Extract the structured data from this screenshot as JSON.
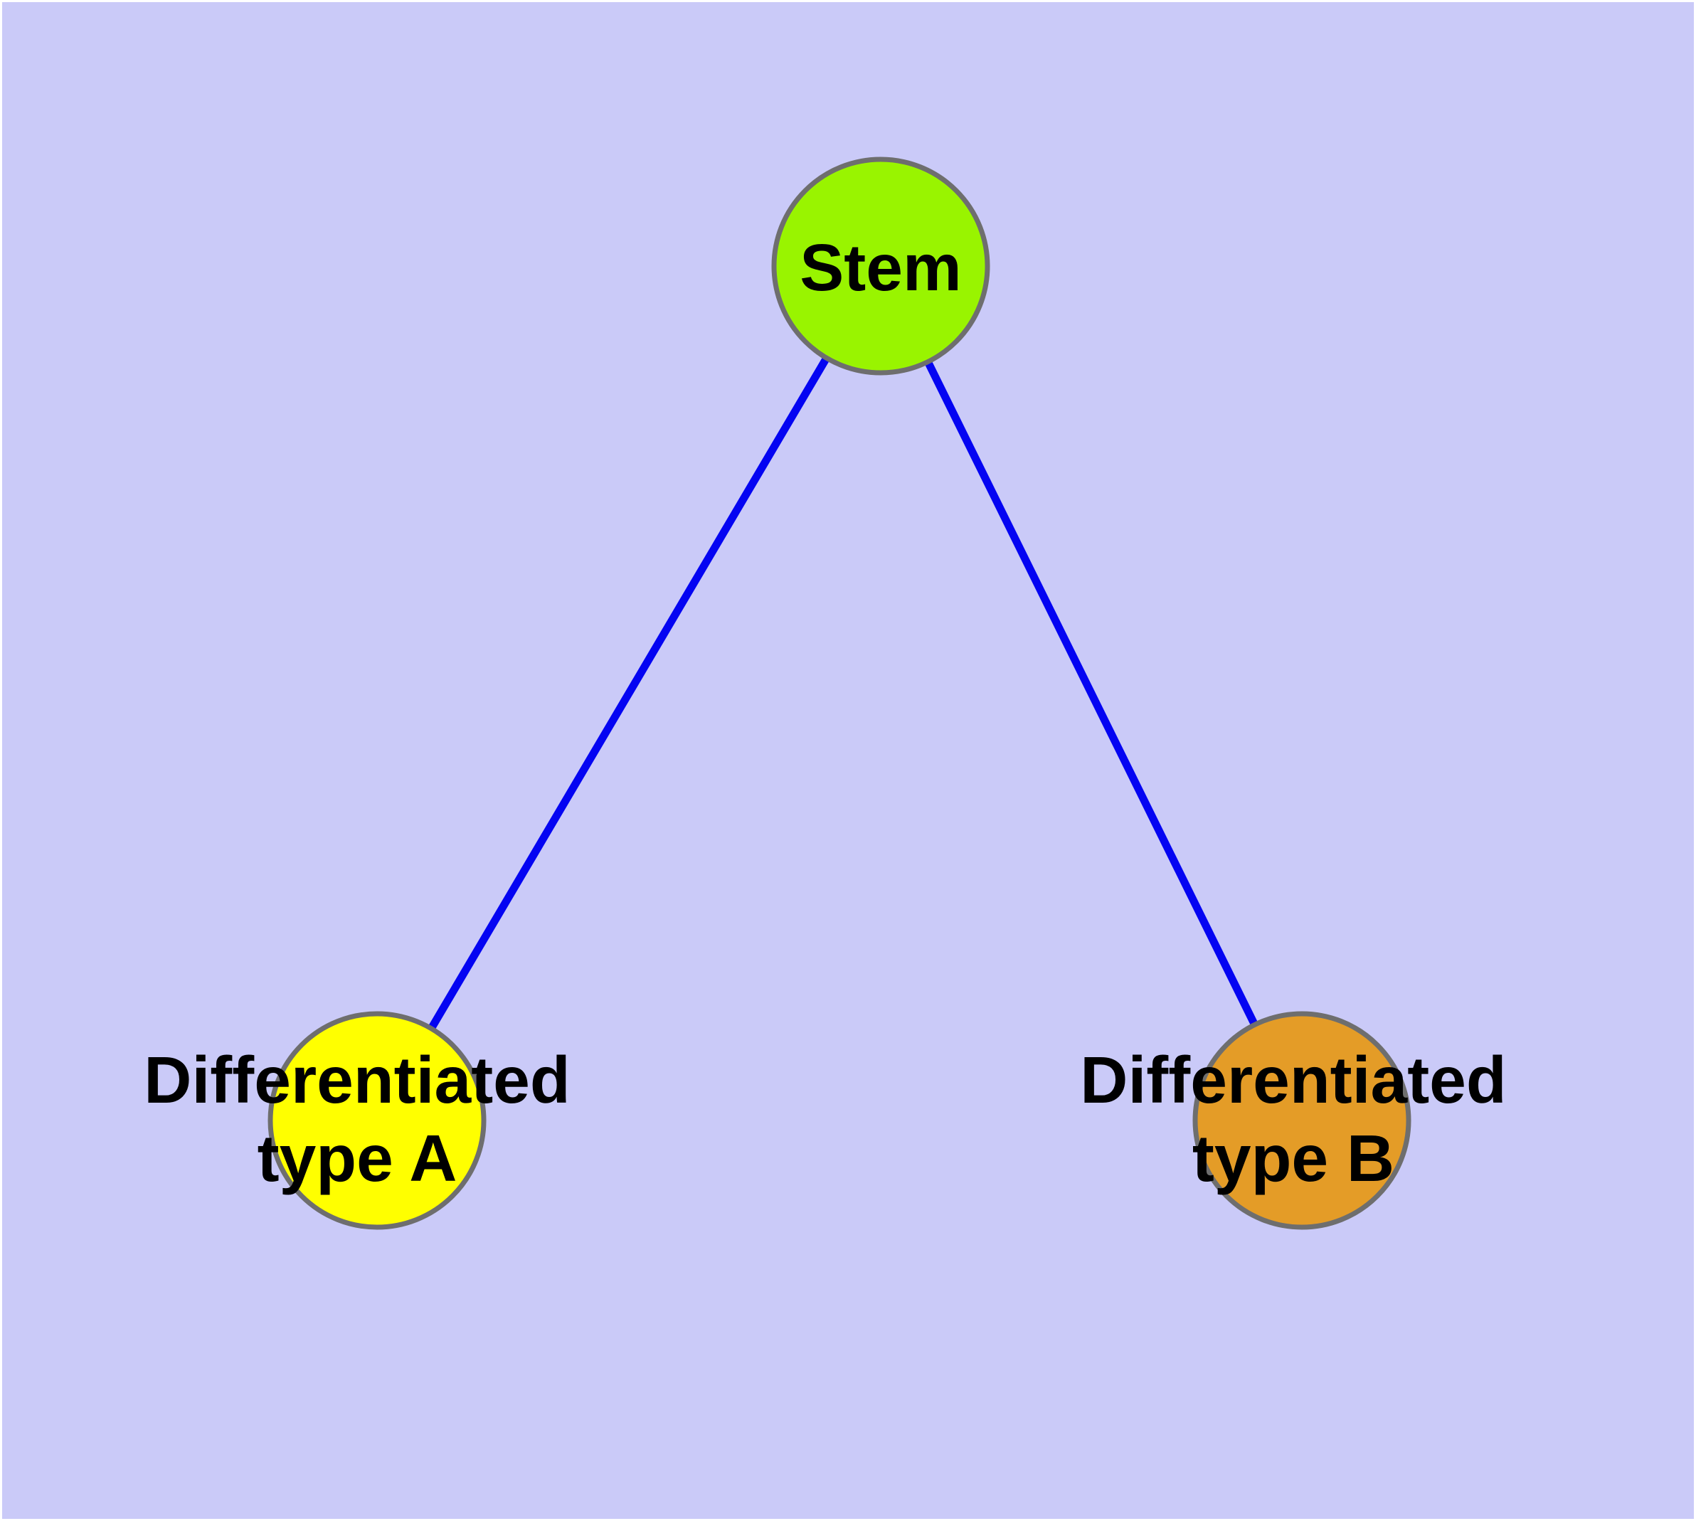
{
  "diagram": {
    "title": "Stem cell differentiation diagram",
    "type": "node-link-graph",
    "colors": {
      "background": "#CACAF8",
      "page_edge": "#FFFFFF",
      "edge": "#0404F2",
      "node_border": "#6E6E6E",
      "label": "#000000",
      "stem_fill": "#99F400",
      "type_a_fill": "#FFFF00",
      "type_b_fill": "#E49C27"
    },
    "nodes": {
      "stem": {
        "label": "Stem"
      },
      "type_a": {
        "label_line1": "Differentiated",
        "label_line2": "type A"
      },
      "type_b": {
        "label_line1": "Differentiated",
        "label_line2": "type B"
      }
    },
    "edges": [
      {
        "from": "Stem",
        "to": "Differentiated type A"
      },
      {
        "from": "Stem",
        "to": "Differentiated type B"
      }
    ]
  }
}
